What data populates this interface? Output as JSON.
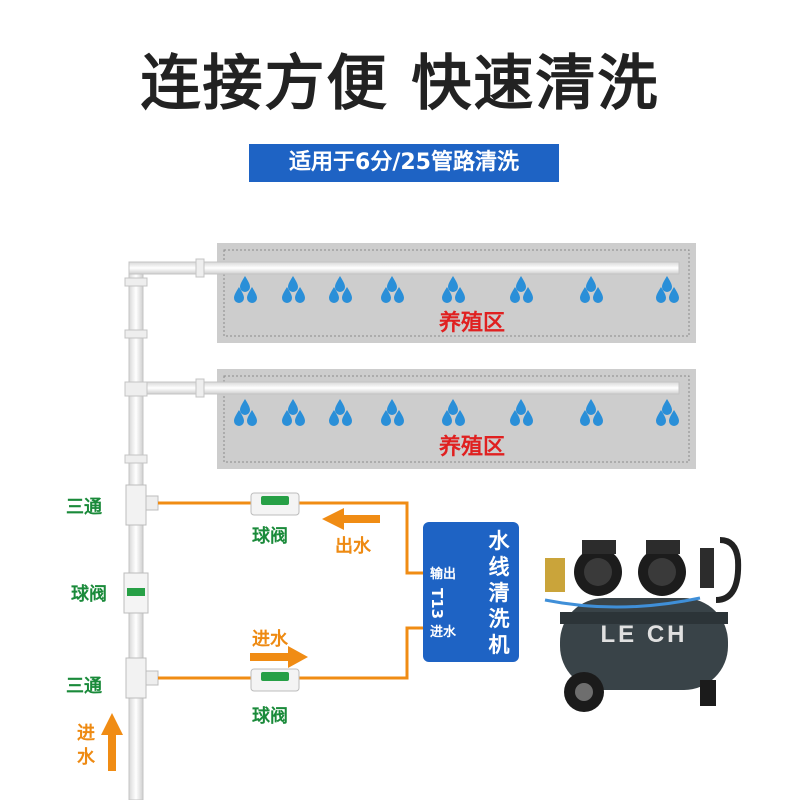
{
  "header": {
    "title": "连接方便 快速清洗",
    "subtitle": "适用于6分/25管路清洗"
  },
  "zones": [
    {
      "label": "养殖区"
    },
    {
      "label": "养殖区"
    }
  ],
  "labels": {
    "tee_top": "三通",
    "tee_bottom": "三通",
    "valve_left": "球阀",
    "valve_top": "球阀",
    "valve_bottom": "球阀",
    "water_out": "出水",
    "water_in": "进水",
    "water_in_bottom": "进水"
  },
  "machine": {
    "name": "水线清洗机",
    "model": "T13",
    "port_out": "输出",
    "port_in": "进水",
    "brand": "LE CH"
  },
  "colors": {
    "pipe_orange": "#f08c14",
    "label_green": "#1a8a3a",
    "box_blue": "#1e63c4",
    "zone_red": "#e02020",
    "drop_blue": "#2a8fd8"
  }
}
